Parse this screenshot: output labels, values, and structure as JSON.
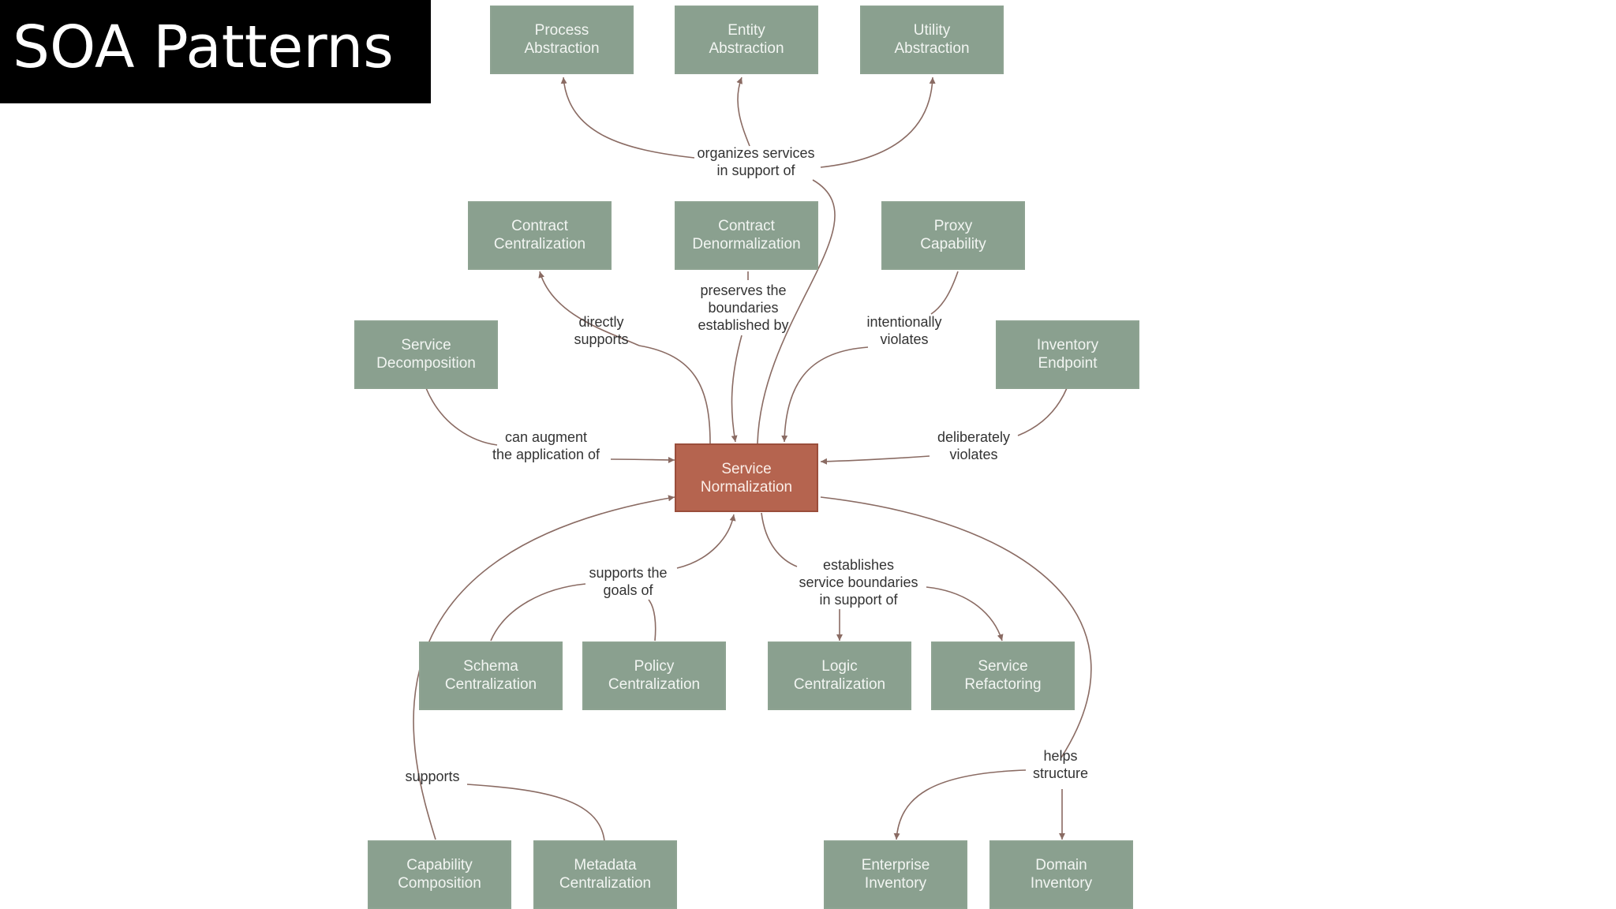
{
  "slide": {
    "title": "SOA Patterns"
  },
  "colors": {
    "node_fill": "#8aa08f",
    "center_fill": "#b5644f",
    "title_bg": "#000000",
    "edge": "#8a6b63"
  },
  "nodes": {
    "process_abstraction": [
      "Process",
      "Abstraction"
    ],
    "entity_abstraction": [
      "Entity",
      "Abstraction"
    ],
    "utility_abstraction": [
      "Utility",
      "Abstraction"
    ],
    "contract_centralization": [
      "Contract",
      "Centralization"
    ],
    "contract_denormalization": [
      "Contract",
      "Denormalization"
    ],
    "proxy_capability": [
      "Proxy",
      "Capability"
    ],
    "service_decomposition": [
      "Service",
      "Decomposition"
    ],
    "inventory_endpoint": [
      "Inventory",
      "Endpoint"
    ],
    "service_normalization": [
      "Service",
      "Normalization"
    ],
    "schema_centralization": [
      "Schema",
      "Centralization"
    ],
    "policy_centralization": [
      "Policy",
      "Centralization"
    ],
    "logic_centralization": [
      "Logic",
      "Centralization"
    ],
    "service_refactoring": [
      "Service",
      "Refactoring"
    ],
    "capability_composition": [
      "Capability",
      "Composition"
    ],
    "metadata_centralization": [
      "Metadata",
      "Centralization"
    ],
    "enterprise_inventory": [
      "Enterprise",
      "Inventory"
    ],
    "domain_inventory": [
      "Domain",
      "Inventory"
    ]
  },
  "relations": {
    "organizes_services": [
      "organizes services",
      "in support of"
    ],
    "directly_supports": [
      "directly",
      "supports"
    ],
    "preserves_boundaries": [
      "preserves the",
      "boundaries",
      "established by"
    ],
    "intentionally_violates": [
      "intentionally",
      "violates"
    ],
    "can_augment": [
      "can augment",
      "the application of"
    ],
    "deliberately_violates": [
      "deliberately",
      "violates"
    ],
    "supports_goals": [
      "supports the",
      "goals of"
    ],
    "establishes_boundaries": [
      "establishes",
      "service boundaries",
      "in support of"
    ],
    "supports": [
      "supports"
    ],
    "helps_structure": [
      "helps",
      "structure"
    ]
  }
}
